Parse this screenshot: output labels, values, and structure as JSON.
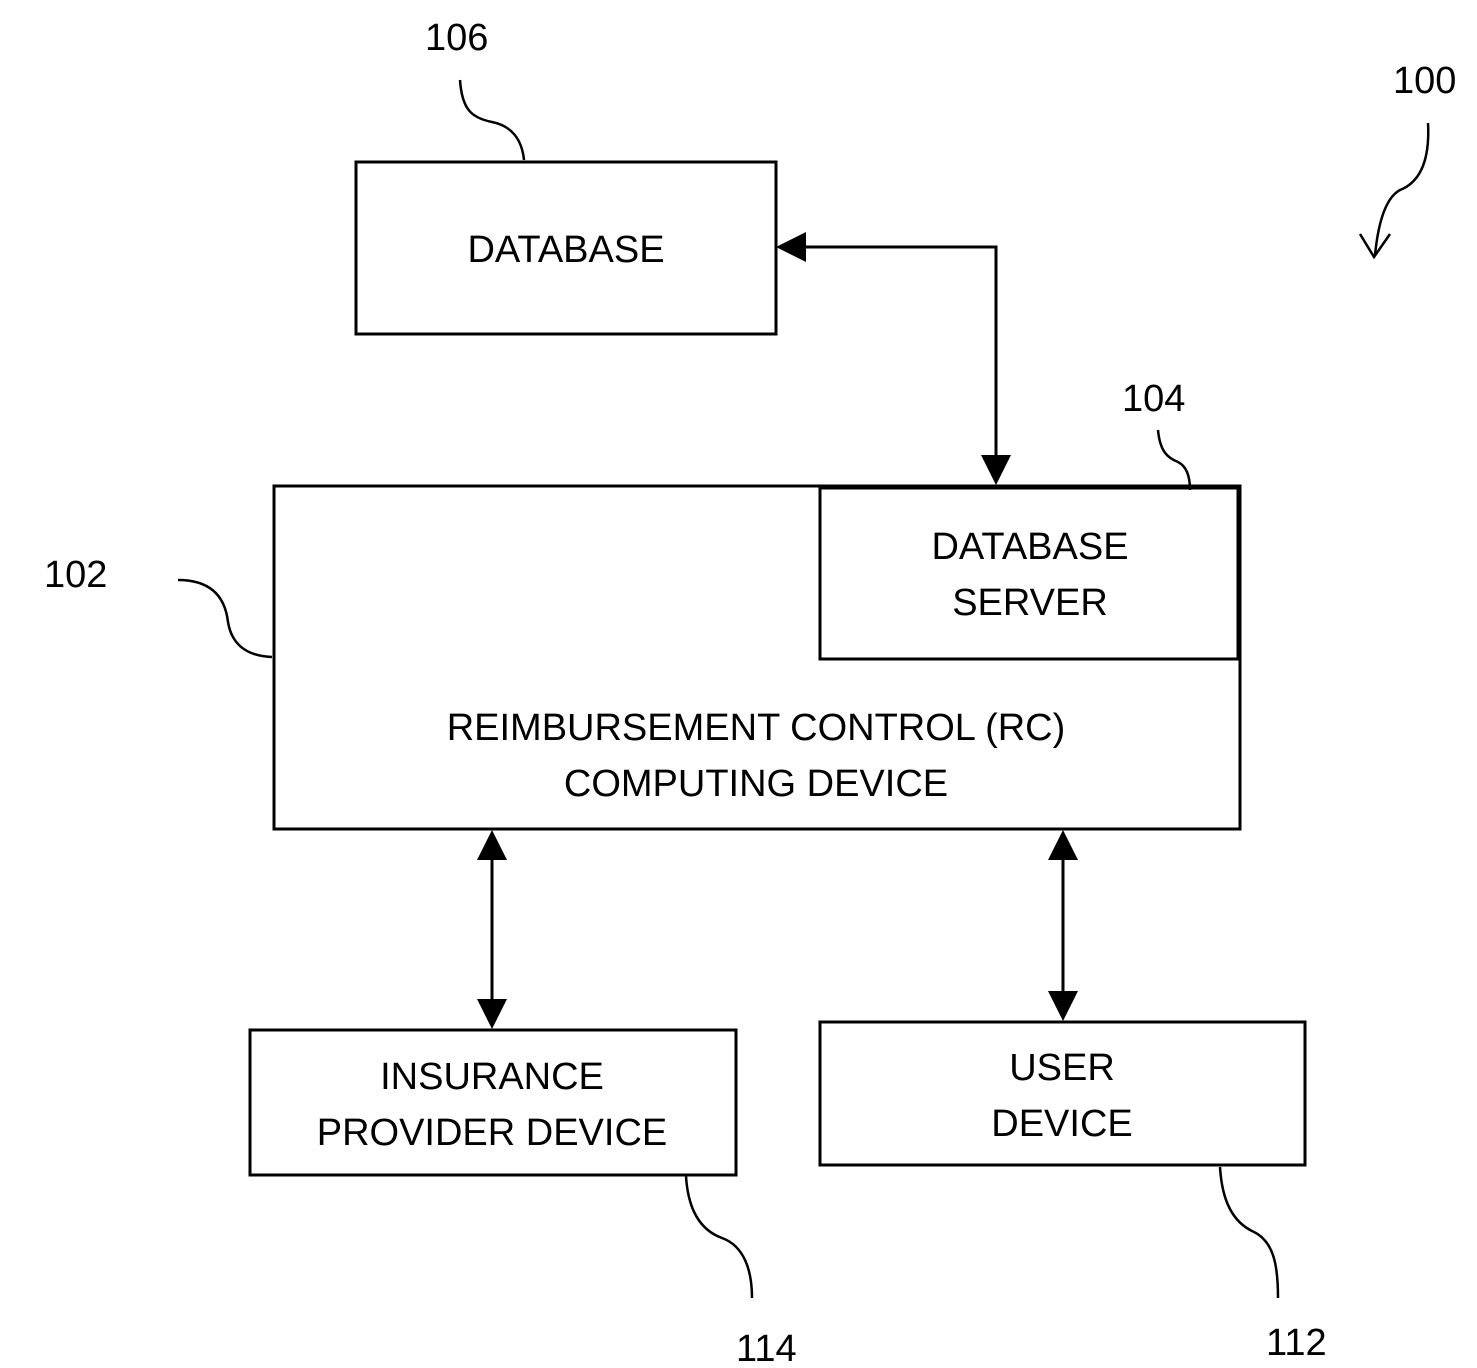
{
  "figure_ref": "100",
  "nodes": {
    "database": {
      "ref": "106",
      "lines": [
        "DATABASE"
      ]
    },
    "database_server": {
      "ref": "104",
      "lines": [
        "DATABASE",
        "SERVER"
      ]
    },
    "rc_device": {
      "ref": "102",
      "lines": [
        "REIMBURSEMENT CONTROL (RC)",
        "COMPUTING DEVICE"
      ]
    },
    "insurance_device": {
      "ref": "114",
      "lines": [
        "INSURANCE",
        "PROVIDER DEVICE"
      ]
    },
    "user_device": {
      "ref": "112",
      "lines": [
        "USER",
        "DEVICE"
      ]
    }
  },
  "colors": {
    "stroke": "#000000",
    "background": "#ffffff"
  }
}
